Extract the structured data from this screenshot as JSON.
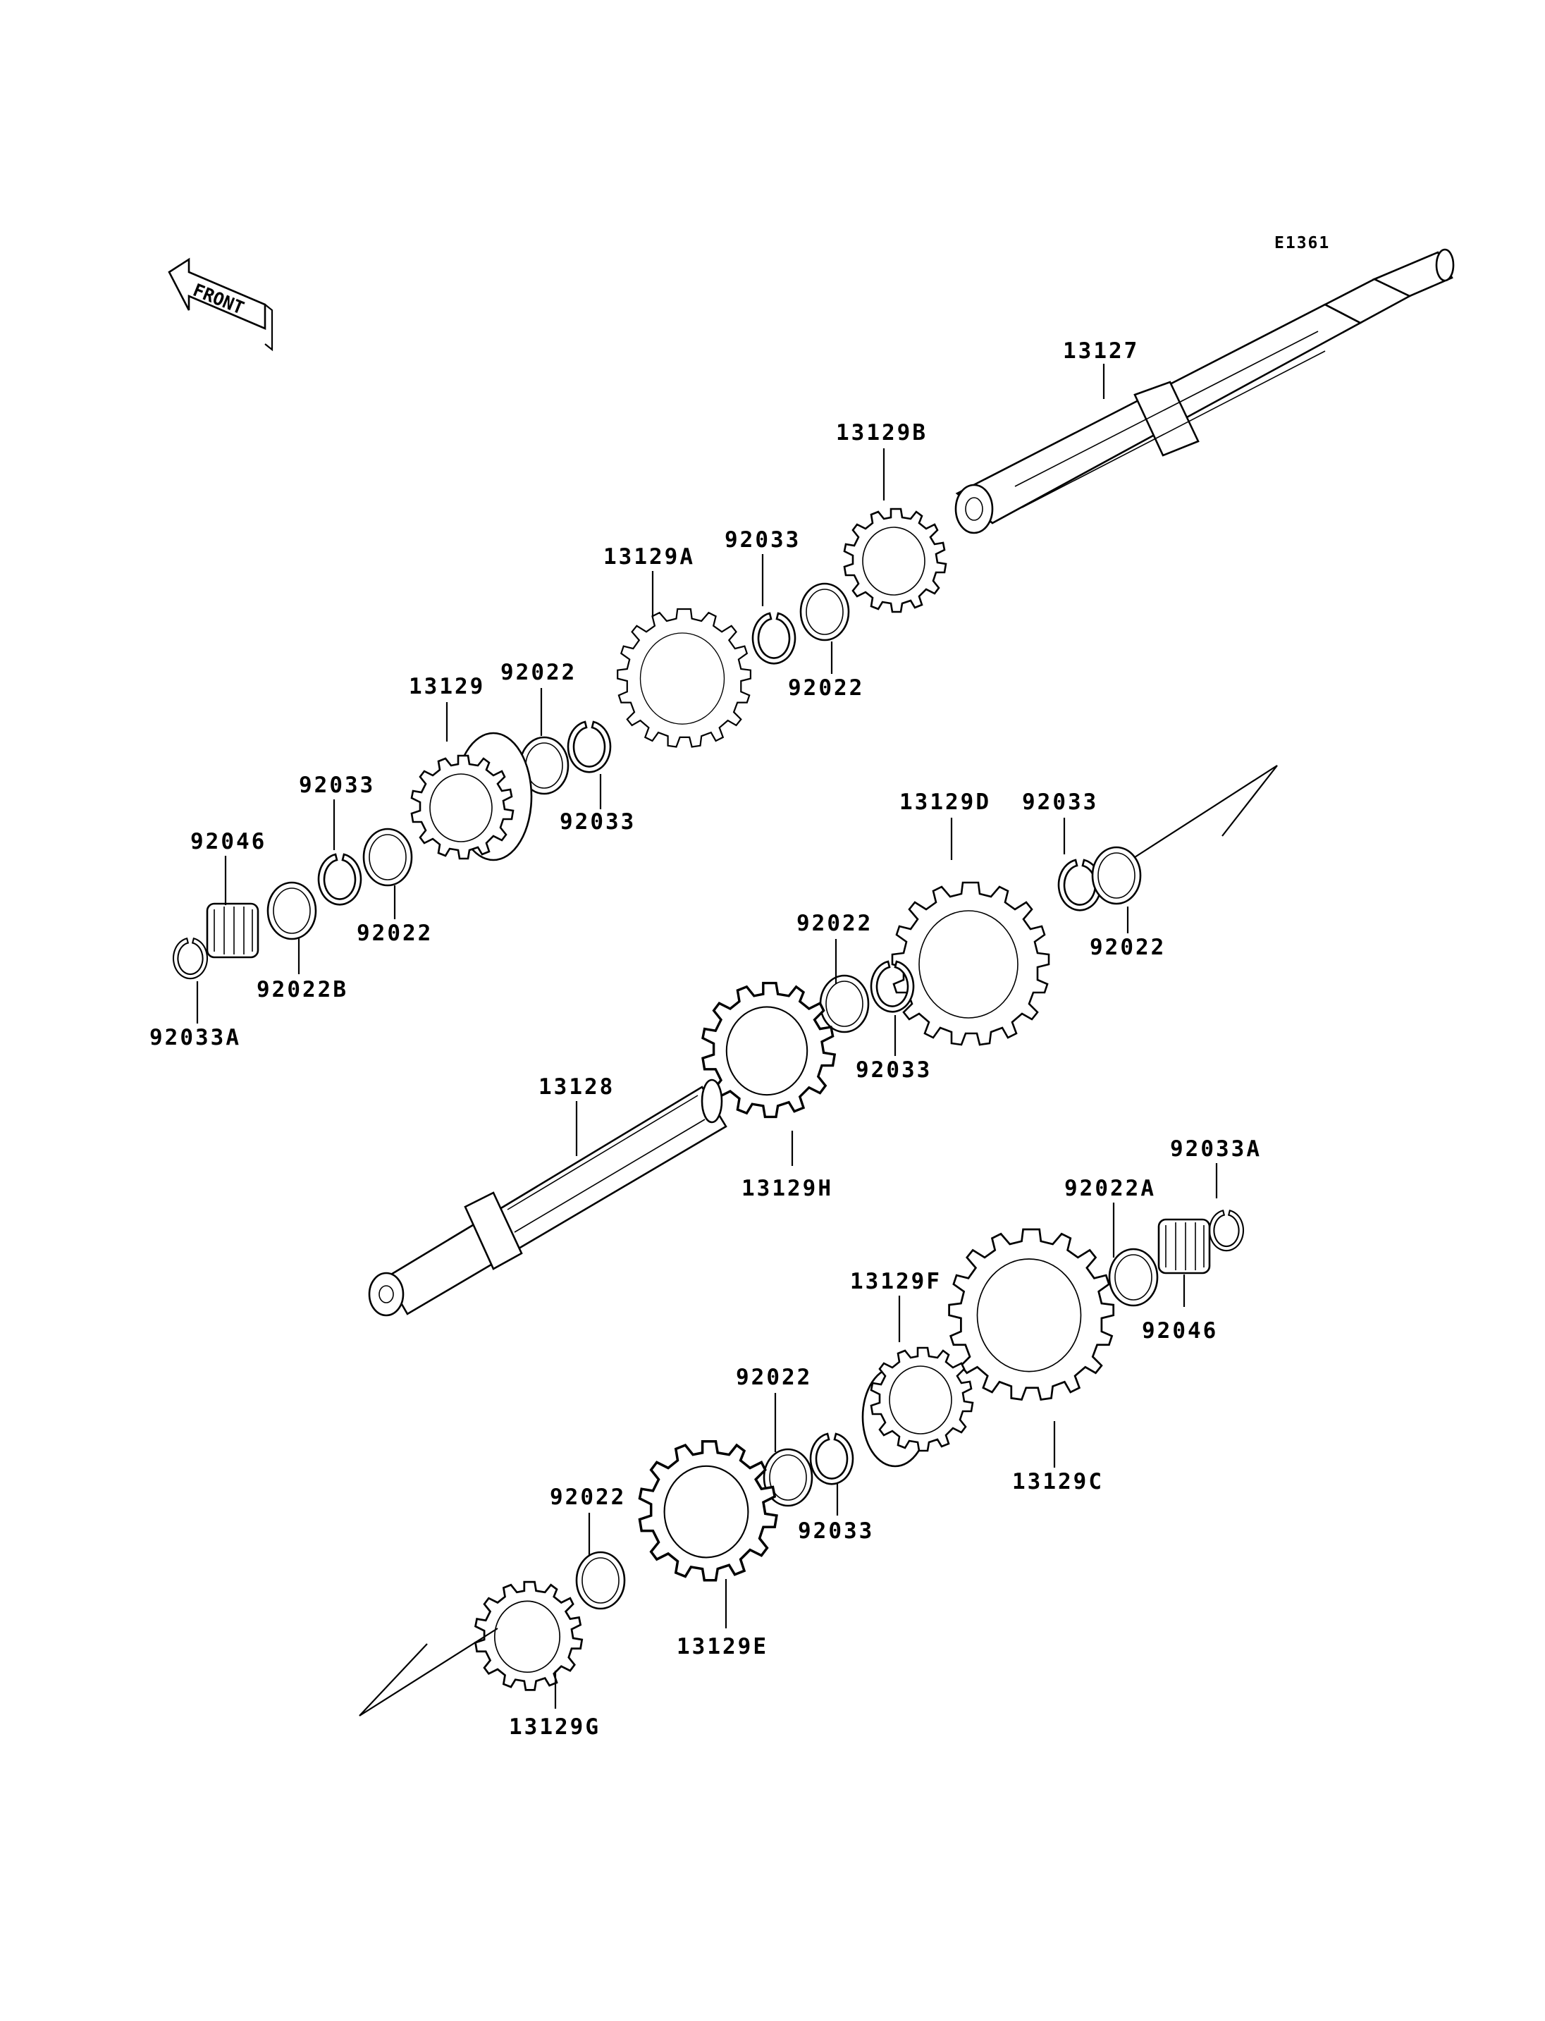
{
  "diagram_code": "E1361",
  "front_label": "FRONT",
  "callouts": {
    "c_13127": "13127",
    "c_13129B": "13129B",
    "c_92033_upper": "92033",
    "c_92022_upper": "92022",
    "c_13129A": "13129A",
    "c_92022_mid": "92022",
    "c_13129": "13129",
    "c_92033_mid": "92033",
    "c_92033_left": "92033",
    "c_92046_left": "92046",
    "c_92022_left": "92022",
    "c_92022B": "92022B",
    "c_92033A_left": "92033A",
    "c_13129D": "13129D",
    "c_92033_right": "92033",
    "c_92022_right": "92022",
    "c_92022_center": "92022",
    "c_92033_center": "92033",
    "c_13128": "13128",
    "c_13129H": "13129H",
    "c_92033A_right": "92033A",
    "c_92022A": "92022A",
    "c_92046_right": "92046",
    "c_13129F": "13129F",
    "c_92022_lower": "92022",
    "c_92033_lower": "92033",
    "c_13129C": "13129C",
    "c_92022_bottom": "92022",
    "c_13129E": "13129E",
    "c_13129G": "13129G"
  }
}
